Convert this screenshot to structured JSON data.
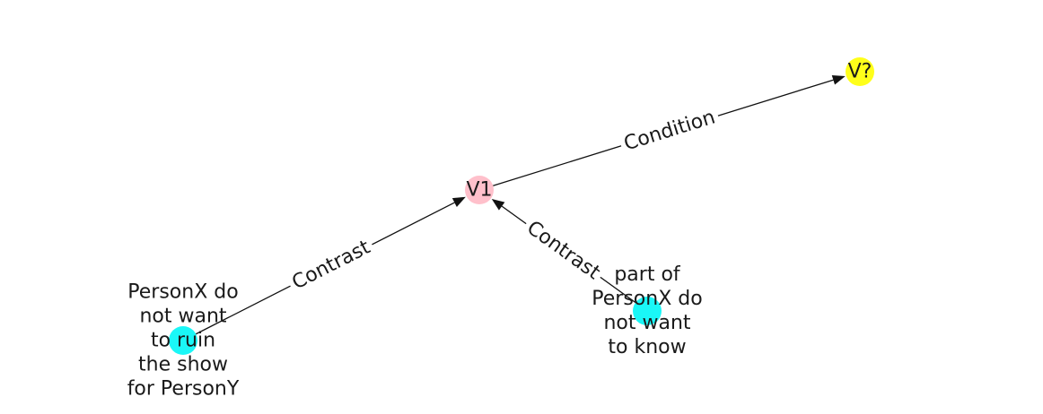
{
  "diagram": {
    "nodes": [
      {
        "id": "v1",
        "lines": [
          "V1"
        ],
        "color": "#ffc0cb"
      },
      {
        "id": "vq",
        "lines": [
          "V?"
        ],
        "color": "#ffff1a"
      },
      {
        "id": "a",
        "lines": [
          "PersonX do",
          "not want",
          "to ruin",
          "the show",
          "for PersonY"
        ],
        "color": "#1af7f7"
      },
      {
        "id": "b",
        "lines": [
          "part of",
          "PersonX do",
          "not want",
          "to know"
        ],
        "color": "#1af7f7"
      }
    ],
    "edges": [
      {
        "from": "v1",
        "to": "vq",
        "label": "Condition"
      },
      {
        "from": "a",
        "to": "v1",
        "label": "Contrast"
      },
      {
        "from": "b",
        "to": "v1",
        "label": "Contrast"
      }
    ]
  }
}
